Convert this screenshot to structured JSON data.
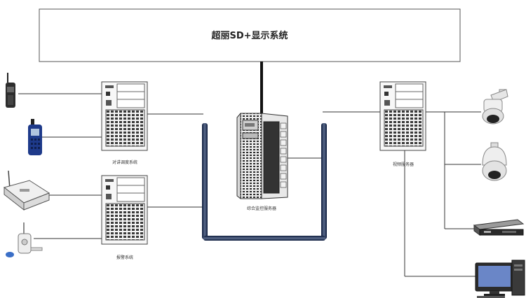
{
  "title": "超丽SD+显示系统",
  "labels": {
    "left_server_top": "对讲调度系统",
    "left_server_bottom": "报警系统",
    "center_server": "综合监控服务器",
    "right_server": "视频服务器"
  }
}
